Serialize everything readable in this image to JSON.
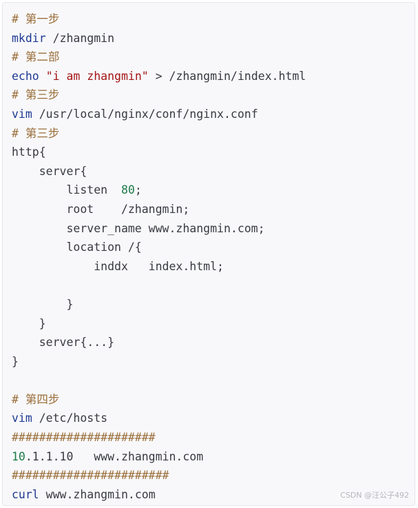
{
  "code": {
    "lines": [
      [
        {
          "t": "# 第一步",
          "k": "comment"
        }
      ],
      [
        {
          "t": "mkdir",
          "k": "keyword"
        },
        {
          "t": " /zhangmin",
          "k": "plain"
        }
      ],
      [
        {
          "t": "# 第二部",
          "k": "comment"
        }
      ],
      [
        {
          "t": "echo",
          "k": "keyword"
        },
        {
          "t": " ",
          "k": "plain"
        },
        {
          "t": "\"i am zhangmin\"",
          "k": "string"
        },
        {
          "t": " > /zhangmin/index.html",
          "k": "plain"
        }
      ],
      [
        {
          "t": "# 第三步",
          "k": "comment"
        }
      ],
      [
        {
          "t": "vim",
          "k": "keyword"
        },
        {
          "t": " /usr/local/nginx/conf/nginx.conf",
          "k": "plain"
        }
      ],
      [
        {
          "t": "# 第三步",
          "k": "comment"
        }
      ],
      [
        {
          "t": "http{",
          "k": "plain"
        }
      ],
      [
        {
          "t": "    server{",
          "k": "plain"
        }
      ],
      [
        {
          "t": "        listen  ",
          "k": "plain"
        },
        {
          "t": "80",
          "k": "number"
        },
        {
          "t": ";",
          "k": "plain"
        }
      ],
      [
        {
          "t": "        root    /zhangmin;",
          "k": "plain"
        }
      ],
      [
        {
          "t": "        server_name www.zhangmin.com;",
          "k": "plain"
        }
      ],
      [
        {
          "t": "        location /{",
          "k": "plain"
        }
      ],
      [
        {
          "t": "            inddx   index.html;",
          "k": "plain"
        }
      ],
      [],
      [
        {
          "t": "        }",
          "k": "plain"
        }
      ],
      [
        {
          "t": "    }",
          "k": "plain"
        }
      ],
      [
        {
          "t": "    server{...}",
          "k": "plain"
        }
      ],
      [
        {
          "t": "}",
          "k": "plain"
        }
      ],
      [],
      [
        {
          "t": "# 第四步",
          "k": "comment"
        }
      ],
      [
        {
          "t": "vim",
          "k": "keyword"
        },
        {
          "t": " /etc/hosts",
          "k": "plain"
        }
      ],
      [
        {
          "t": "#####################",
          "k": "comment"
        }
      ],
      [
        {
          "t": "10",
          "k": "number"
        },
        {
          "t": ".1.1.10   www.zhangmin.com",
          "k": "plain"
        }
      ],
      [
        {
          "t": "#######################",
          "k": "comment"
        }
      ],
      [
        {
          "t": "curl",
          "k": "keyword"
        },
        {
          "t": " www.zhangmin.com",
          "k": "plain"
        }
      ]
    ]
  },
  "watermark": "CSDN @汪公子492",
  "colors": {
    "comment": "#9a6e3a",
    "keyword": "#1f3a93",
    "string": "#a31515",
    "number": "#1e7a4a",
    "plain": "#383a42",
    "background": "#f8f8fa"
  }
}
